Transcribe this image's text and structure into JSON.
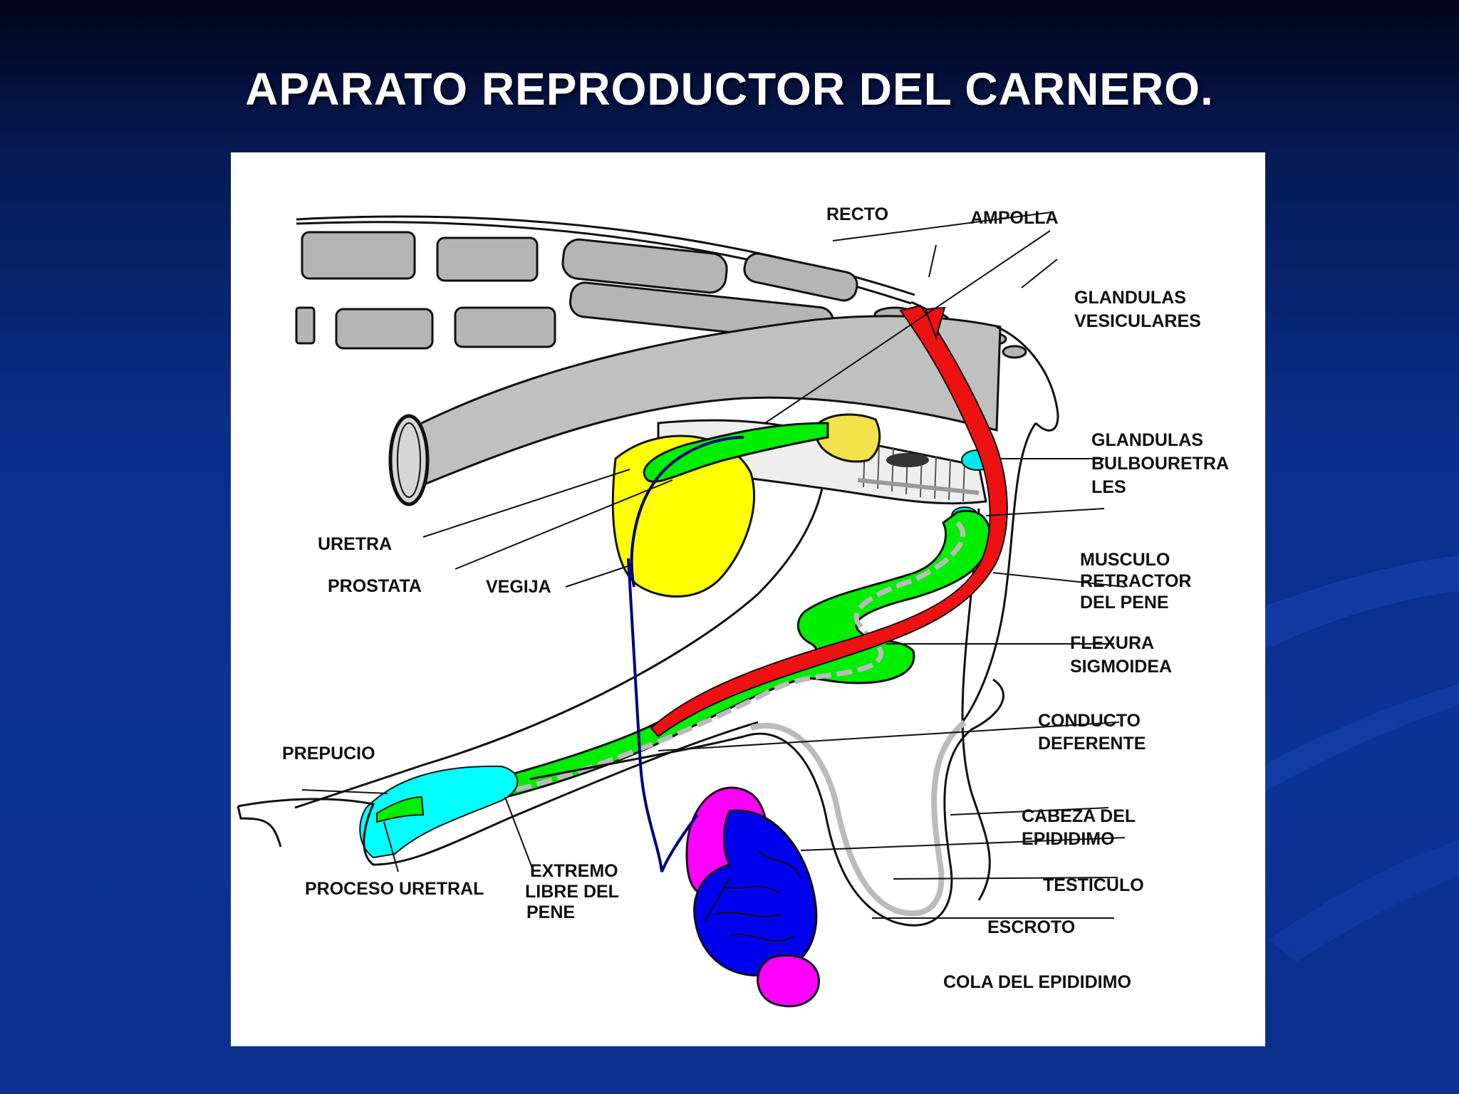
{
  "slide": {
    "title": "APARATO REPRODUCTOR DEL CARNERO."
  },
  "labels": {
    "recto": "RECTO",
    "ampolla": "AMPOLLA",
    "glandulas_vesiculares": [
      "GLANDULAS",
      "VESICULARES"
    ],
    "glandulas_bulbouretrales": [
      "GLANDULAS",
      "BULBOURETRA",
      "LES"
    ],
    "uretra": "URETRA",
    "prostata": "PROSTATA",
    "vegija": "VEGIJA",
    "musculo_retractor": [
      "MUSCULO",
      "RETRACTOR",
      "DEL PENE"
    ],
    "flexura_sigmoidea": [
      "FLEXURA",
      "SIGMOIDEA"
    ],
    "conducto_deferente": [
      "CONDUCTO",
      "DEFERENTE"
    ],
    "prepucio": "PREPUCIO",
    "cabeza_epididimo": [
      "CABEZA DEL",
      "EPIDIDIMO"
    ],
    "testiculo": "TESTICULO",
    "escroto": "ESCROTO",
    "cola_epididimo": "COLA DEL EPIDIDIMO",
    "proceso_uretral": "PROCESO URETRAL",
    "extremo_libre": [
      "EXTREMO",
      "LIBRE DEL",
      "PENE"
    ]
  },
  "colors": {
    "rectum": "#c0c0c0",
    "penis": "#00ee00",
    "retractor_muscle": "#ee1111",
    "bladder": "#ffff00",
    "vesicular_gland": "#f3e24a",
    "prepuce": "#00ffff",
    "epididymis": "#ff00ff",
    "testis": "#0000ee",
    "vas_deferens": "#000080"
  }
}
